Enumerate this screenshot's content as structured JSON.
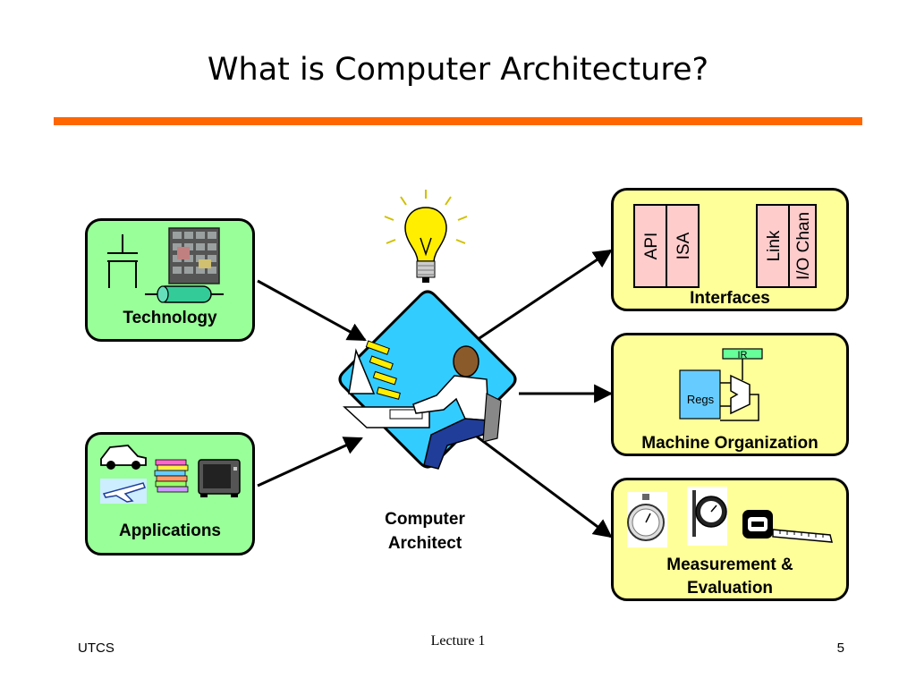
{
  "title": "What is Computer Architecture?",
  "technology": {
    "label": "Technology"
  },
  "applications": {
    "label": "Applications"
  },
  "architect": {
    "label_line1": "Computer",
    "label_line2": "Architect"
  },
  "interfaces": {
    "label": "Interfaces",
    "cells": [
      "API",
      "ISA",
      "Link",
      "I/O Chan"
    ]
  },
  "organization": {
    "label": "Machine Organization",
    "regs": "Regs",
    "ir": "IR"
  },
  "measurement": {
    "label_line1": "Measurement &",
    "label_line2": "Evaluation"
  },
  "footer": {
    "left": "UTCS",
    "center": "Lecture 1",
    "right": "5"
  },
  "colors": {
    "accent_rule": "#ff6600",
    "green_box": "#99ff99",
    "yellow_box": "#ffff99",
    "pink_cell": "#ffcccc",
    "architect_bg": "#33ccff"
  }
}
